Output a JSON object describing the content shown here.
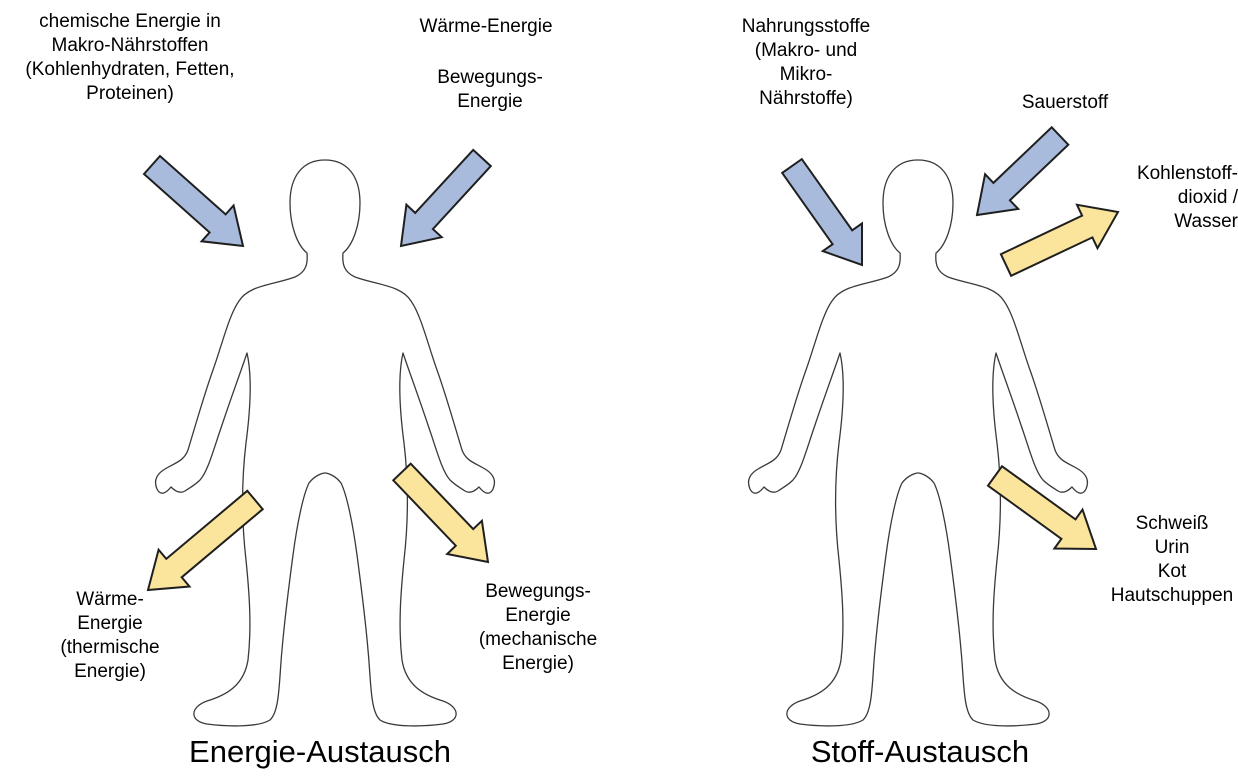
{
  "colors": {
    "input_arrow": "#a9bbdc",
    "output_arrow": "#fbe49b",
    "outline": "#1f1f1f"
  },
  "left_diagram": {
    "caption": "Energie-Austausch",
    "inputs": {
      "chemical": [
        "chemische Energie in",
        "Makro-Nährstoffen",
        "(Kohlenhydraten, Fetten,",
        "Proteinen)"
      ],
      "heat": "Wärme-Energie",
      "motion": [
        "Bewegungs-",
        "Energie"
      ]
    },
    "outputs": {
      "heat": [
        "Wärme-",
        "Energie",
        "(thermische",
        "Energie)"
      ],
      "motion": [
        "Bewegungs-",
        "Energie",
        "(mechanische",
        "Energie)"
      ]
    }
  },
  "right_diagram": {
    "caption": "Stoff-Austausch",
    "inputs": {
      "nutrients": [
        "Nahrungsstoffe",
        "(Makro- und",
        "Mikro-",
        "Nährstoffe)"
      ],
      "oxygen": "Sauerstoff"
    },
    "outputs": {
      "gases": [
        "Kohlenstoff-",
        "dioxid /",
        "Wasser"
      ],
      "excretions": [
        "Schweiß",
        "Urin",
        "Kot",
        "Hautschuppen"
      ]
    }
  }
}
